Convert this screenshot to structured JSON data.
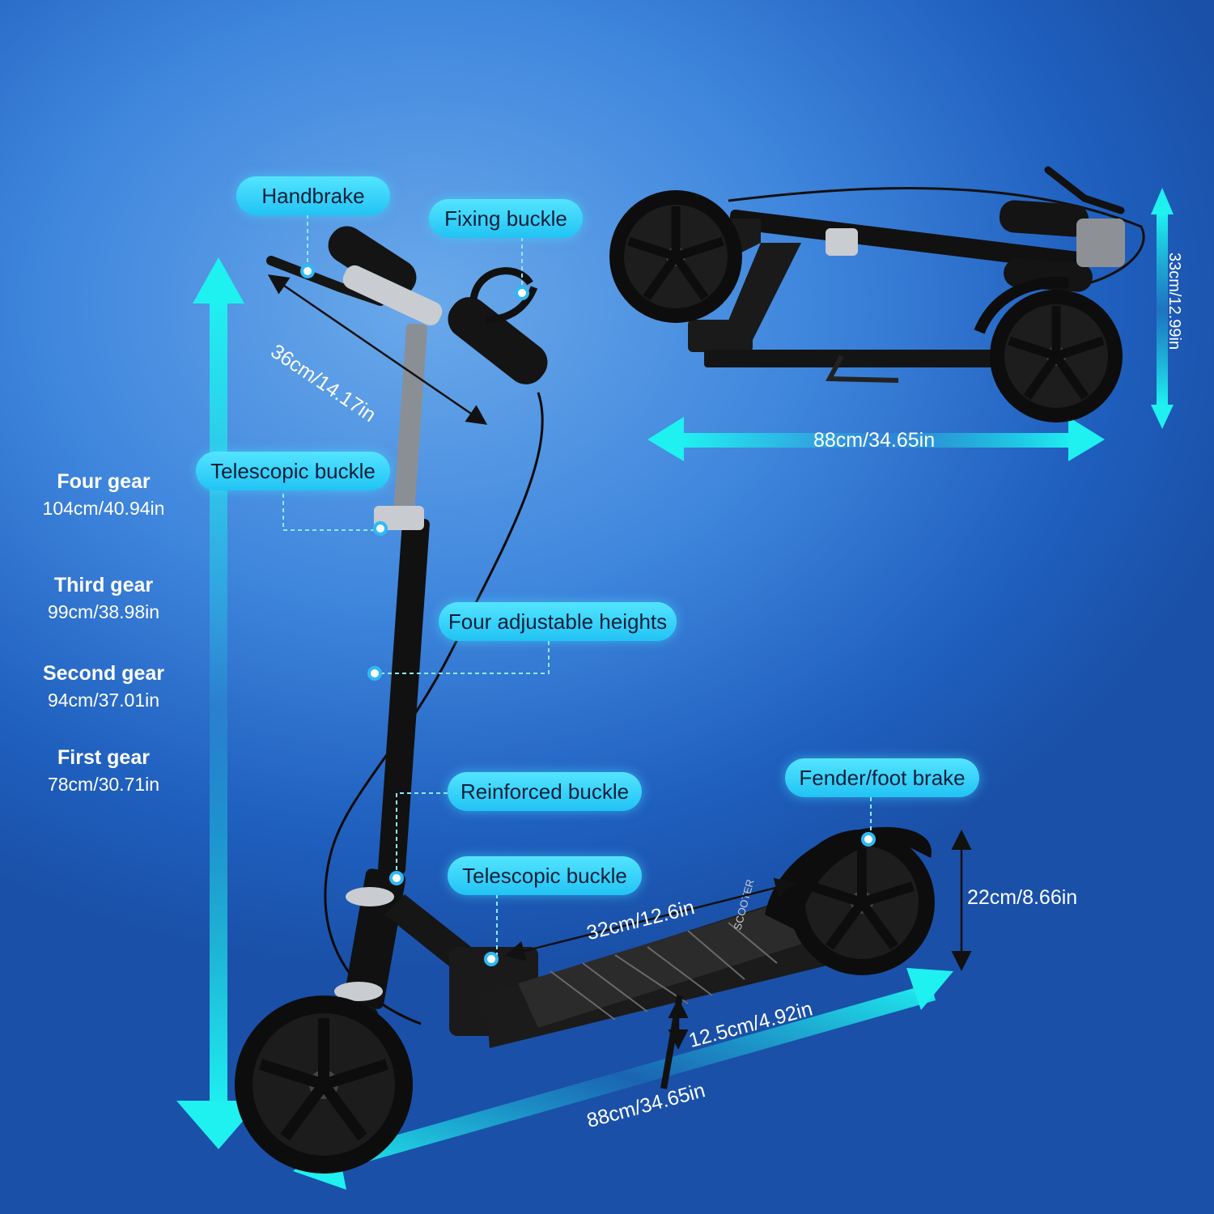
{
  "callouts": {
    "handbrake": "Handbrake",
    "fixing_buckle": "Fixing buckle",
    "telescopic_buckle_upper": "Telescopic buckle",
    "four_adjustable_heights": "Four adjustable heights",
    "reinforced_buckle": "Reinforced buckle",
    "telescopic_buckle_lower": "Telescopic buckle",
    "fender_foot_brake": "Fender/foot brake"
  },
  "gears": [
    {
      "title": "Four gear",
      "value": "104cm/40.94in"
    },
    {
      "title": "Third gear",
      "value": "99cm/38.98in"
    },
    {
      "title": "Second gear",
      "value": "94cm/37.01in"
    },
    {
      "title": "First gear",
      "value": "78cm/30.71in"
    }
  ],
  "dimensions": {
    "handlebar_width": "36cm/14.17in",
    "folded_length": "88cm/34.65in",
    "folded_height": "33cm/12.99in",
    "deck_length": "32cm/12.6in",
    "rear_height": "22cm/8.66in",
    "ground_clearance": "12.5cm/4.92in",
    "total_length": "88cm/34.65in"
  },
  "deck_text": "SCOOTER",
  "colors": {
    "accent_cyan": "#2fd2f6",
    "arrow_cyan": "#1fe6e6",
    "background_blue": "#3f86dd",
    "scooter_black": "#111111"
  }
}
